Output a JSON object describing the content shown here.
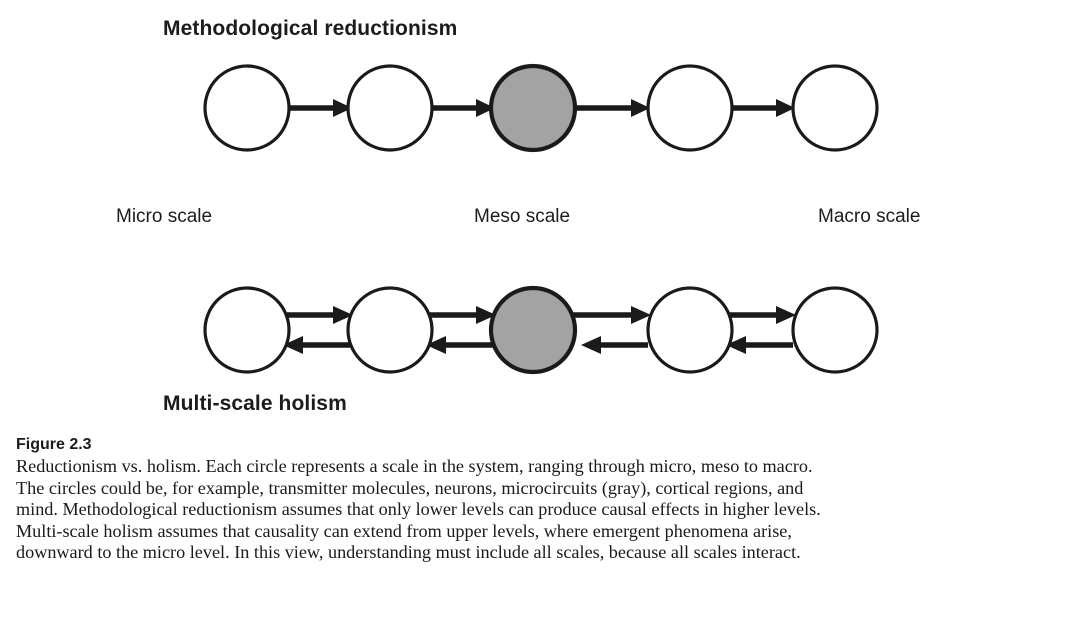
{
  "figure": {
    "top_diagram": {
      "title": "Methodological reductionism",
      "nodes": [
        {
          "id": "node-1",
          "fill": "white"
        },
        {
          "id": "node-2",
          "fill": "white"
        },
        {
          "id": "node-3",
          "fill": "gray"
        },
        {
          "id": "node-4",
          "fill": "white"
        },
        {
          "id": "node-5",
          "fill": "white"
        }
      ],
      "edge_direction": "unidirectional-rightward",
      "edge_count": 4
    },
    "bottom_diagram": {
      "title": "Multi-scale holism",
      "nodes": [
        {
          "id": "node-1",
          "fill": "white"
        },
        {
          "id": "node-2",
          "fill": "white"
        },
        {
          "id": "node-3",
          "fill": "gray"
        },
        {
          "id": "node-4",
          "fill": "white"
        },
        {
          "id": "node-5",
          "fill": "white"
        }
      ],
      "edge_direction": "bidirectional",
      "edge_count": 4
    },
    "scale_labels": {
      "micro": "Micro scale",
      "meso": "Meso scale",
      "macro": "Macro scale"
    },
    "caption": {
      "number": "Figure 2.3",
      "lines": [
        "Reductionism vs. holism. Each circle represents a scale in the system, ranging through micro, meso to macro.",
        "The circles could be, for example, transmitter molecules, neurons, microcircuits (gray), cortical regions, and",
        "mind. Methodological reductionism assumes that only lower levels can produce causal effects in higher levels.",
        "Multi-scale holism assumes that causality can extend from upper levels, where emergent phenomena arise,",
        "downward to the micro level. In this view, understanding must include all scales, because all scales interact."
      ]
    },
    "colors": {
      "stroke": "#1a1a1a",
      "node_white_fill": "#ffffff",
      "node_gray_fill": "#a3a3a3",
      "text": "#1c1c1c",
      "background": "#ffffff"
    }
  }
}
